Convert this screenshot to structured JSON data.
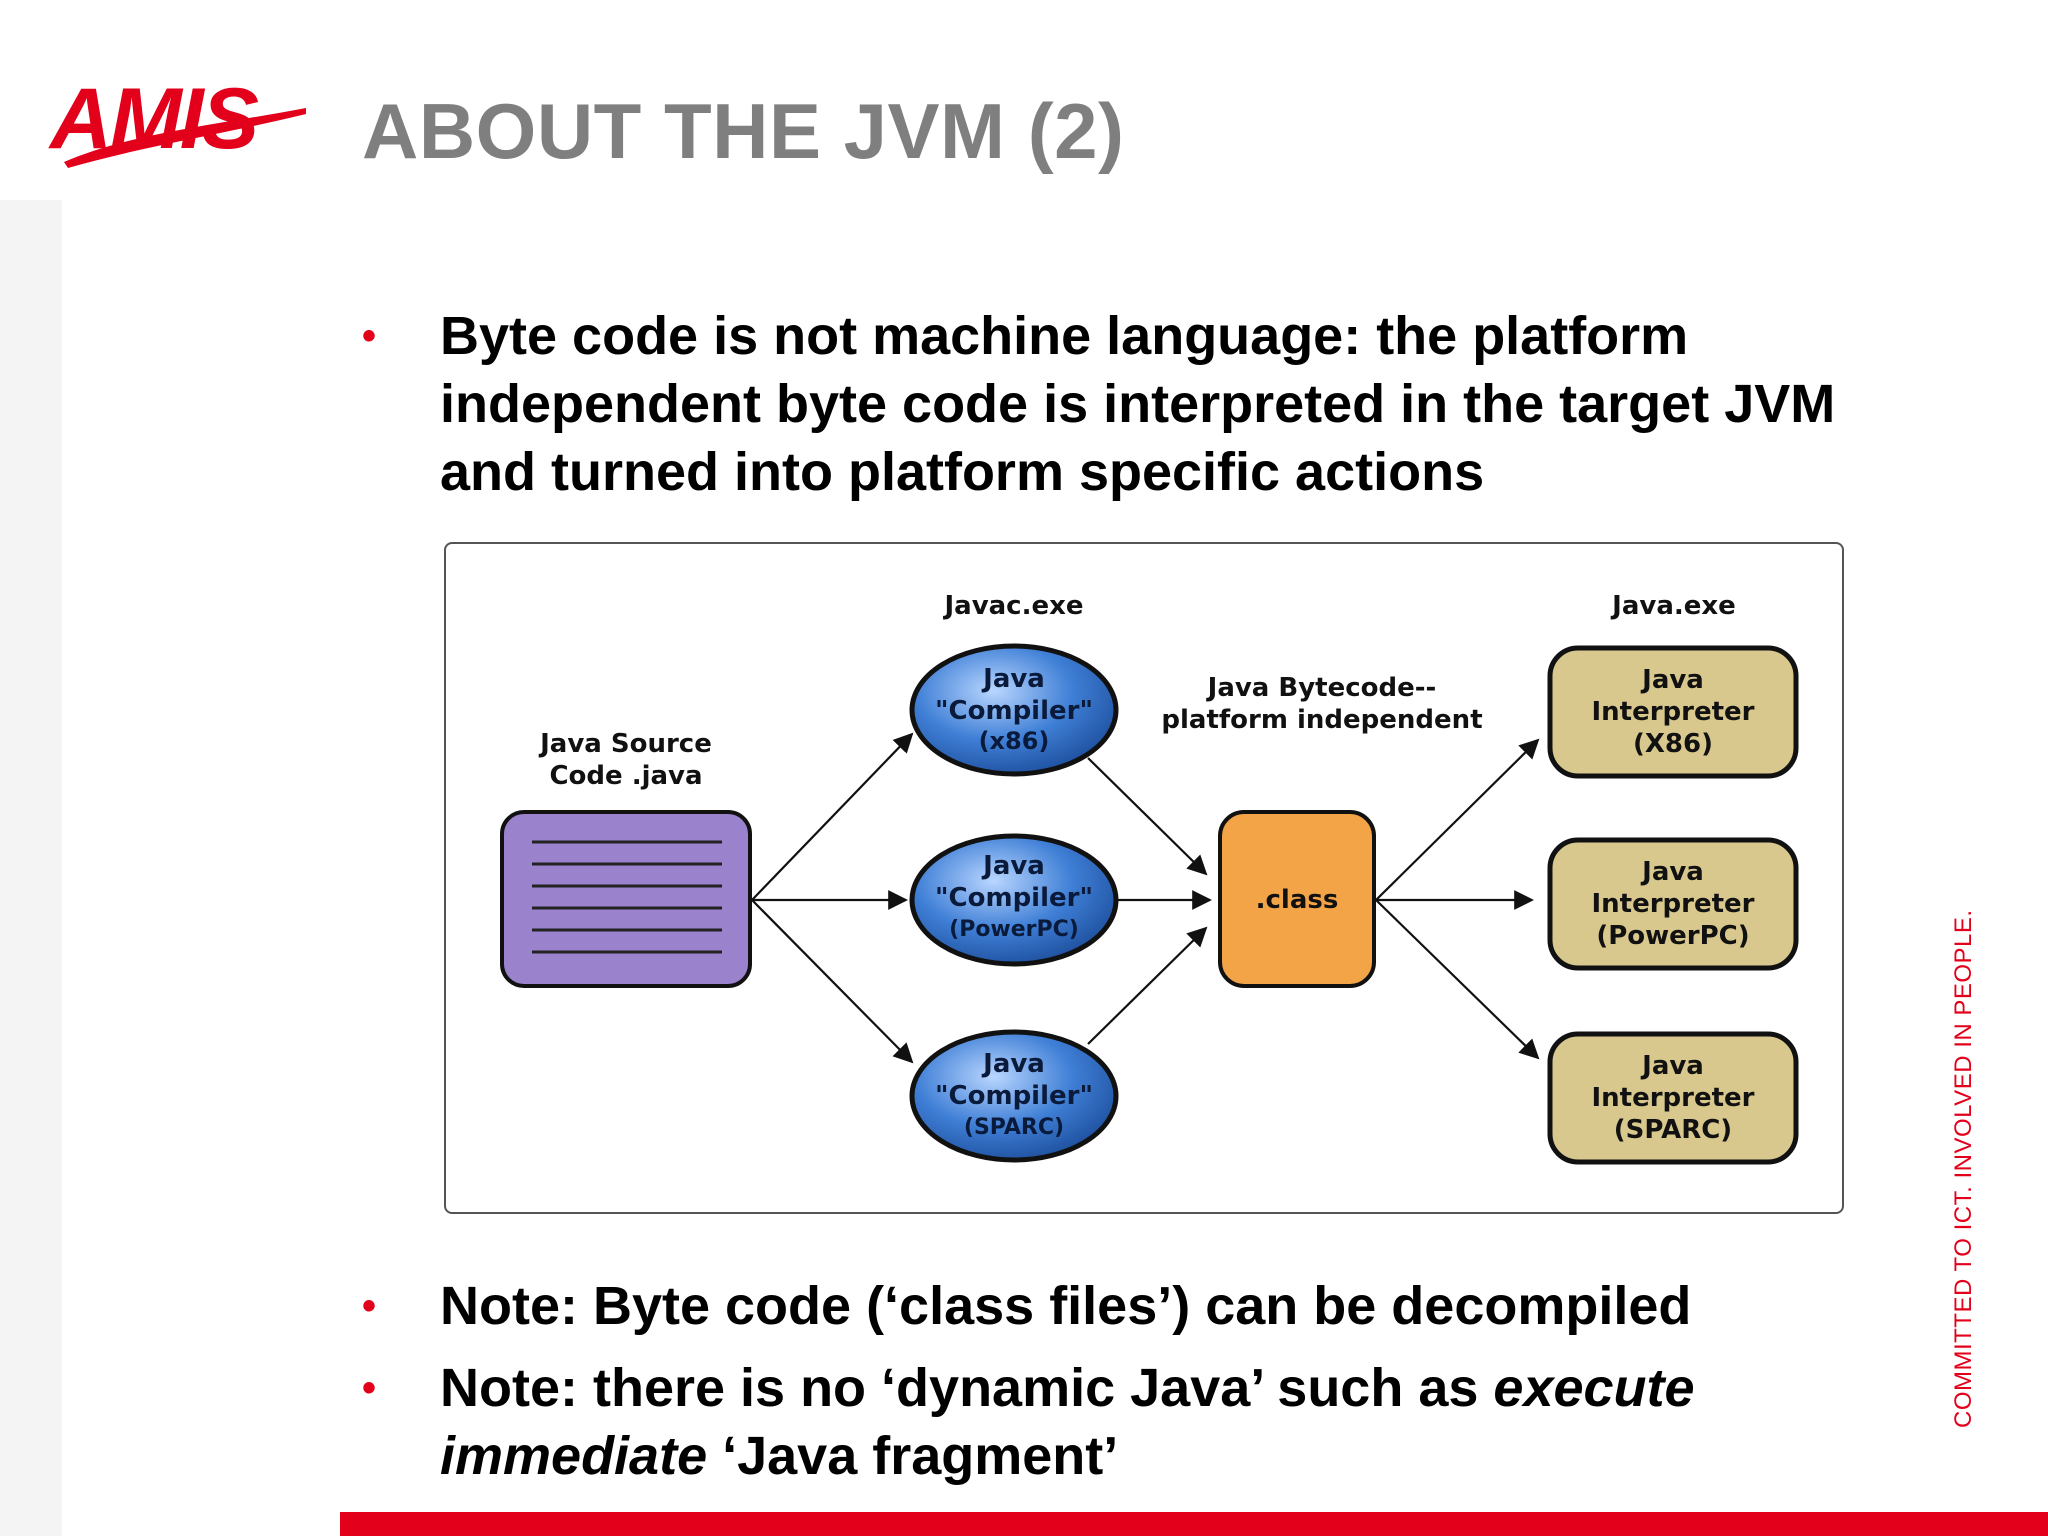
{
  "logo": {
    "brand_text": "AMIS",
    "color": "#e2001a"
  },
  "slide": {
    "title": "ABOUT THE JVM (2)",
    "bullet_glyph": "•",
    "bullets_top": [
      "Byte code is not machine language: the platform independent byte code is interpreted in the target JVM and turned into platform specific actions"
    ],
    "bullets_bottom": [
      {
        "text": "Note: Byte code (‘class files’) can be decompiled"
      },
      {
        "prefix": "Note: there is no ‘dynamic Java’ such as ",
        "emphasis": "execute immediate",
        "suffix": " ‘Java fragment’"
      }
    ]
  },
  "diagram": {
    "source_label_line1": "Java Source",
    "source_label_line2": "Code .java",
    "javac_label": "Javac.exe",
    "java_exe_label": "Java.exe",
    "bytecode_label_line1": "Java Bytecode--",
    "bytecode_label_line2": "platform independent",
    "class_label": ".class",
    "compilers": [
      {
        "line1": "Java",
        "line2": "\"Compiler\"",
        "line3": "(x86)"
      },
      {
        "line1": "Java",
        "line2": "\"Compiler\"",
        "line3": "(PowerPC)"
      },
      {
        "line1": "Java",
        "line2": "\"Compiler\"",
        "line3": "(SPARC)"
      }
    ],
    "interpreters": [
      {
        "line1": "Java",
        "line2": "Interpreter",
        "line3": "(X86)"
      },
      {
        "line1": "Java",
        "line2": "Interpreter",
        "line3": "(PowerPC)"
      },
      {
        "line1": "Java",
        "line2": "Interpreter",
        "line3": "(SPARC)"
      }
    ],
    "colors": {
      "source": "#9b82cc",
      "compiler": "#3f7fd6",
      "class": "#f3a447",
      "interpreter": "#d8c88e",
      "stroke": "#111111"
    }
  },
  "tagline": "COMMITTED TO ICT. INVOLVED IN PEOPLE.",
  "theme": {
    "accent": "#e2001a",
    "title_gray": "#7f7f7f"
  }
}
